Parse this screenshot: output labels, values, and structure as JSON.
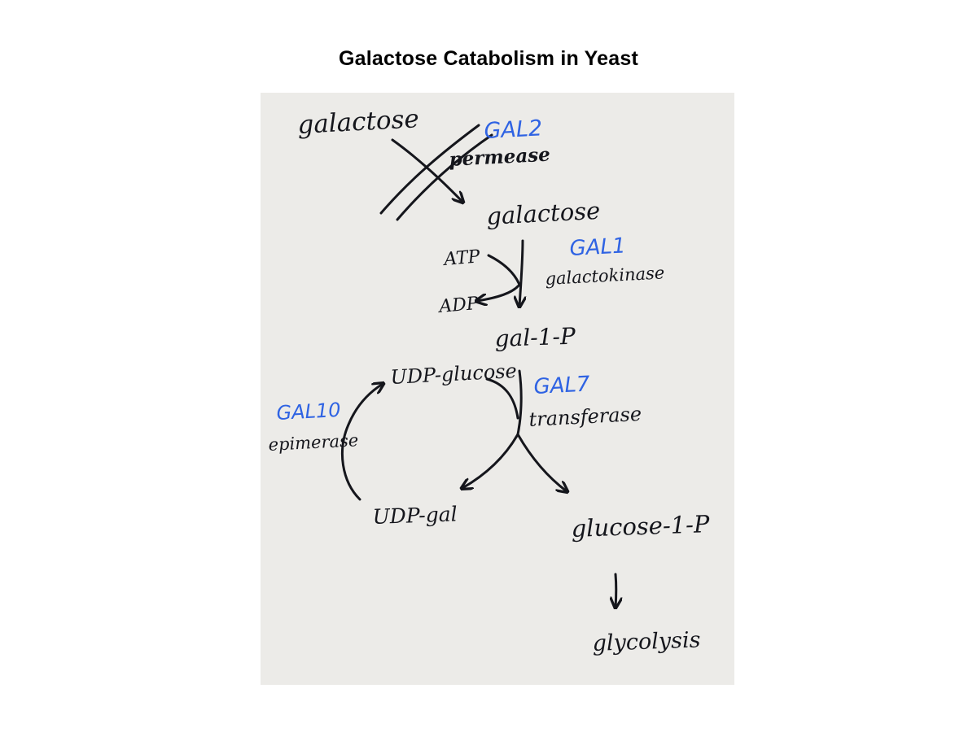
{
  "page": {
    "title": "Galactose Catabolism in Yeast"
  },
  "colors": {
    "paper": "#ecebe8",
    "ink": "#15161c",
    "gene_label": "#2f63e3"
  },
  "diagram": {
    "outside_substrate": "galactose",
    "inside_substrate": "galactose",
    "steps": [
      {
        "gene": "GAL2",
        "enzyme": "permease"
      },
      {
        "gene": "GAL1",
        "enzyme": "galactokinase"
      },
      {
        "gene": "GAL7",
        "enzyme": "transferase"
      },
      {
        "gene": "GAL10",
        "enzyme": "epimerase"
      }
    ],
    "cofactors": {
      "in": "ATP",
      "out": "ADP"
    },
    "metabolites": {
      "gal1p": "gal-1-P",
      "udp_glucose": "UDP-glucose",
      "udp_gal": "UDP-gal",
      "glucose1p": "glucose-1-P",
      "glycolysis": "glycolysis"
    }
  }
}
